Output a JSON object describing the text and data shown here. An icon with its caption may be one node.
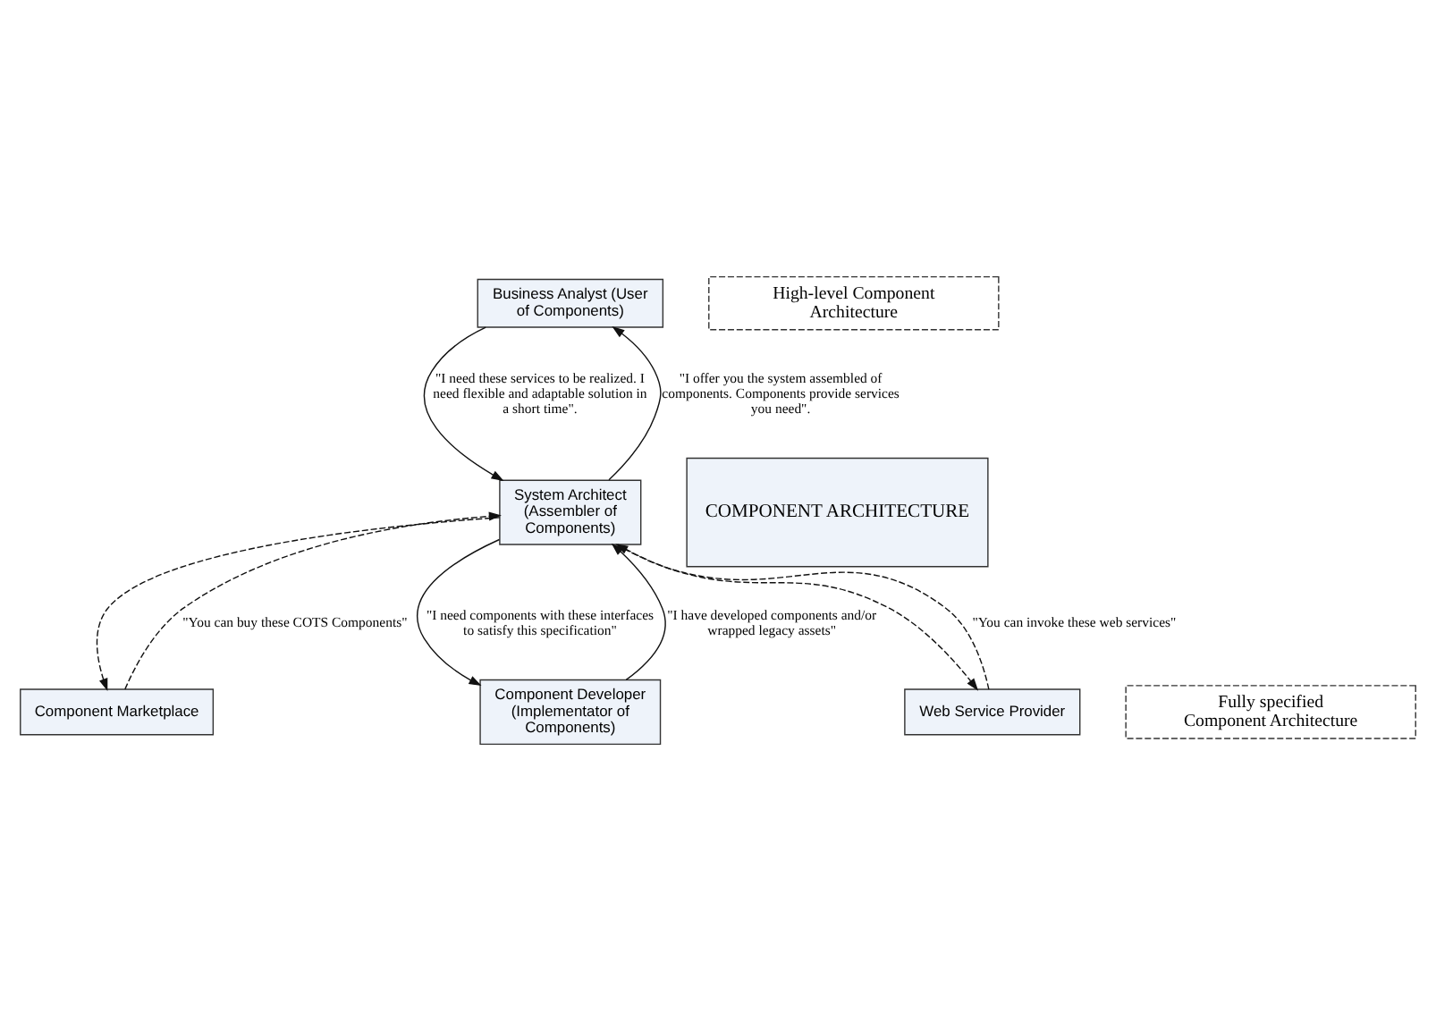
{
  "diagram": {
    "nodes": [
      {
        "text": [
          "Business Analyst (User of Components)"
        ]
      },
      {
        "text": [
          "High-level Component Architecture"
        ]
      },
      {
        "text": [
          "System Architect (Assembler of Components)"
        ]
      },
      {
        "text": [
          "Fully specified Component Architecture"
        ]
      },
      {
        "text": [
          "COMPONENT ARCHITECTURE"
        ]
      },
      {
        "text": [
          "Component Marketplace"
        ]
      },
      {
        "text": [
          "Component Developer (Implementator of Components)"
        ]
      },
      {
        "text": [
          "Web Service Provider"
        ]
      }
    ],
    "edges": [
      {
        "from": 0,
        "to": 2,
        "arrow": "to",
        "label": "\"I need these services to be realized. I need flexible and adaptable solution in a short time\"."
      },
      {
        "from": 2,
        "to": 0,
        "arrow": "to",
        "label": "\"I offer you the system assembled of components. Components provide services you need\"."
      },
      {
        "from": 2,
        "to": 5,
        "arrow": "to",
        "style": "dashed"
      },
      {
        "from": 5,
        "to": 2,
        "arrow": "to",
        "style": "dashed",
        "label": "\"You can buy these COTS Components\""
      },
      {
        "from": 2,
        "to": 6,
        "arrow": "to",
        "label": "\"I need components with these interfaces to satisfy this specification\""
      },
      {
        "from": 6,
        "to": 2,
        "arrow": "to",
        "label": "\"I have developed components and/or wrapped legacy assets\""
      },
      {
        "from": 2,
        "to": 7,
        "arrow": "to",
        "style": "dashed"
      },
      {
        "from": 7,
        "to": 2,
        "arrow": "to",
        "style": "dashed",
        "label": "\"You can invoke these web services\""
      }
    ]
  }
}
